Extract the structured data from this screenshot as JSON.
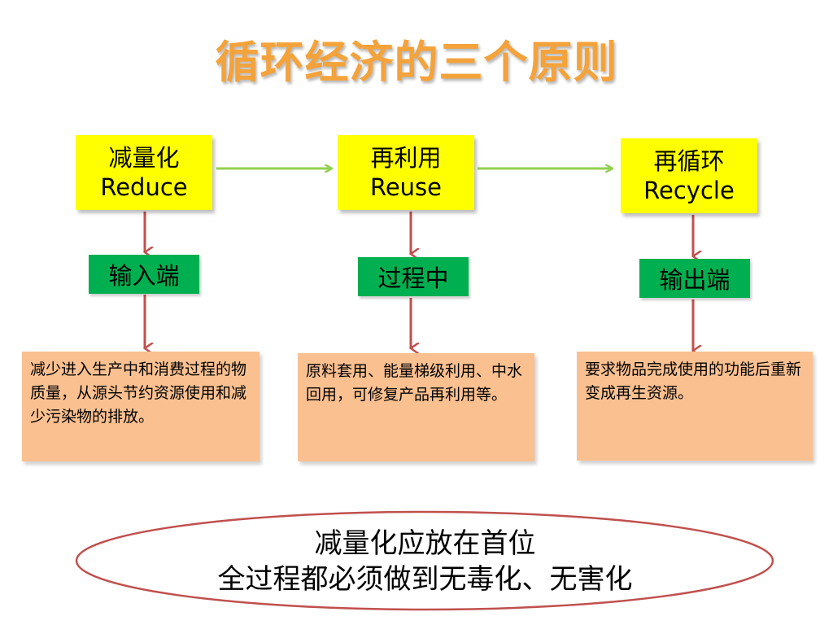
{
  "title": "循环经济的三个原则",
  "principles": [
    {
      "cn": "减量化",
      "en": "Reduce",
      "stage": "输入端",
      "desc": "减少进入生产中和消费过程的物质量，从源头节约资源使用和减少污染物的排放。"
    },
    {
      "cn": "再利用",
      "en": "Reuse",
      "stage": "过程中",
      "desc": "原料套用、能量梯级利用、中水回用，可修复产品再利用等。"
    },
    {
      "cn": "再循环",
      "en": "Recycle",
      "stage": "输出端",
      "desc": "要求物品完成使用的功能后重新变成再生资源。"
    }
  ],
  "summary": {
    "line1": "减量化应放在首位",
    "line2": "全过程都必须做到无毒化、无害化"
  },
  "colors": {
    "title": "#f4a23a",
    "principle_box": "#ffff00",
    "stage_box": "#00b050",
    "desc_box": "#fac090",
    "horizontal_arrow": "#92d050",
    "vertical_arrow": "#c0504d",
    "ellipse_outline": "#c0504d"
  }
}
